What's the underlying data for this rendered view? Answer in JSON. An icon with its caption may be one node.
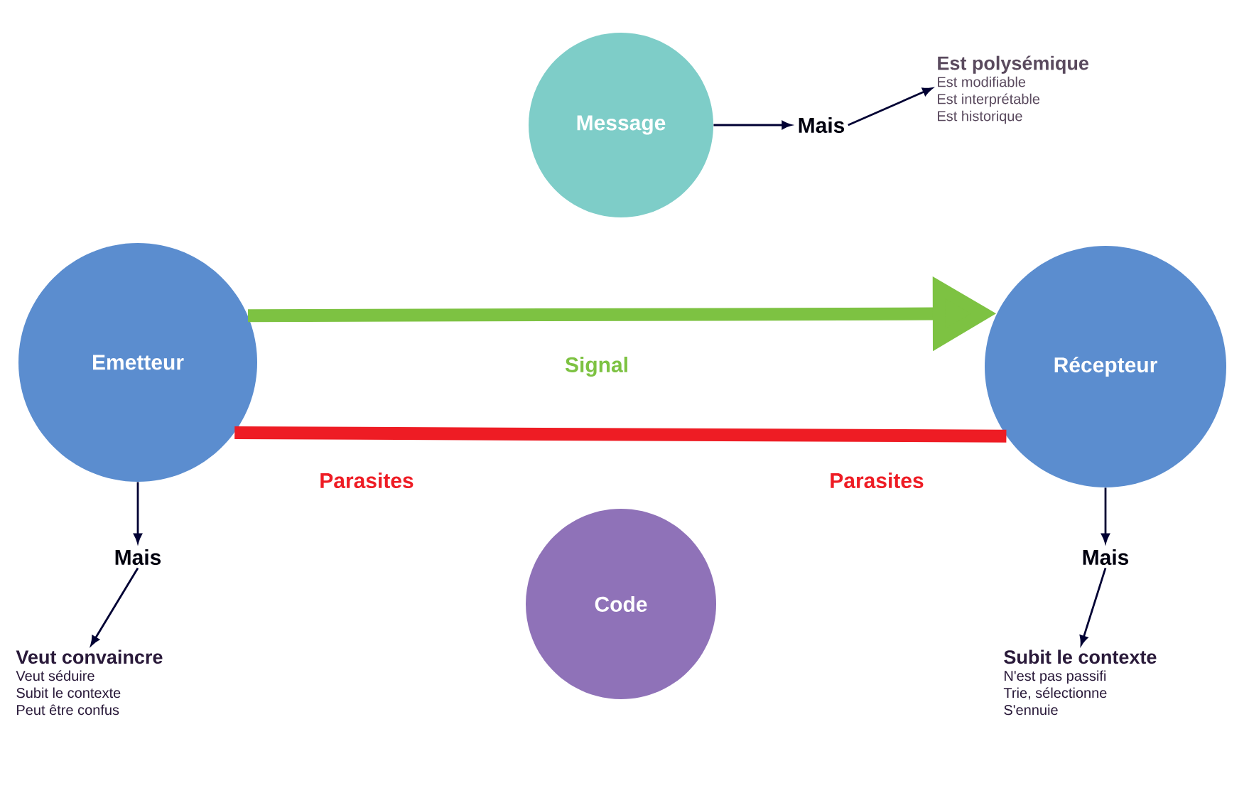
{
  "diagram": {
    "nodes": [
      {
        "text": [
          "Message"
        ]
      },
      {
        "text": [
          "Emetteur"
        ]
      },
      {
        "text": [
          "Récepteur"
        ]
      },
      {
        "text": [
          "Code"
        ]
      },
      {
        "text": [
          "Mais"
        ]
      },
      {
        "text": [
          "Est polysémique",
          "Est modifiable",
          "Est interprétable",
          "Est historique"
        ]
      },
      {
        "text": [
          "Mais"
        ]
      },
      {
        "text": [
          "Veut convaincre",
          "Veut séduire",
          "Subit le contexte",
          "Peut être confus"
        ]
      },
      {
        "text": [
          "Mais"
        ]
      },
      {
        "text": [
          "Subit le contexte",
          "N'est pas passifi",
          "Trie, sélectionne",
          "S'ennuie"
        ]
      }
    ],
    "edges": [
      {
        "from": 0,
        "to": 4,
        "arrow": "to"
      },
      {
        "from": 4,
        "to": 5,
        "arrow": "to"
      },
      {
        "from": 1,
        "to": 6,
        "arrow": "to"
      },
      {
        "from": 6,
        "to": 7,
        "arrow": "to"
      },
      {
        "from": 2,
        "to": 8,
        "arrow": "to"
      },
      {
        "from": 8,
        "to": 9,
        "arrow": "to"
      },
      {
        "from": 1,
        "to": 2,
        "arrow": "to",
        "label": "Signal",
        "style": "thick",
        "color": "#7dc242"
      },
      {
        "from": 1,
        "to": 2,
        "arrow": "none",
        "style": "thick",
        "color": "#ee1c24"
      }
    ],
    "labels": [
      "Parasites",
      "Parasites"
    ]
  }
}
